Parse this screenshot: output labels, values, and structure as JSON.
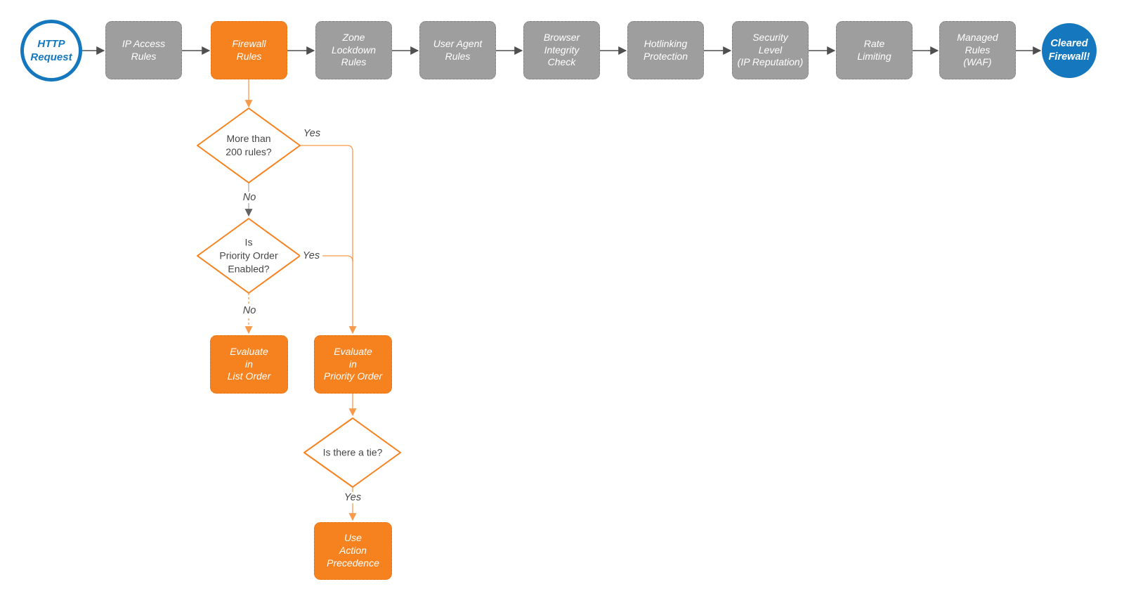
{
  "colors": {
    "accent-orange": "#f6821f",
    "node-gray": "#9e9e9e",
    "brand-blue": "#1578be",
    "arrow-dark": "#4f4f4f",
    "edge-gray": "#b0b0b0",
    "edge-gray-head": "#636363",
    "label-text": "#464646"
  },
  "flow": {
    "start": {
      "label": "HTTP\nRequest"
    },
    "end": {
      "label": "Cleared\nFirewall!"
    },
    "pipeline": [
      {
        "label": "IP Access\nRules"
      },
      {
        "label": "Firewall\nRules",
        "highlighted": true
      },
      {
        "label": "Zone\nLockdown\nRules"
      },
      {
        "label": "User Agent\nRules"
      },
      {
        "label": "Browser\nIntegrity\nCheck"
      },
      {
        "label": "Hotlinking\nProtection"
      },
      {
        "label": "Security\nLevel\n(IP Reputation)"
      },
      {
        "label": "Rate\nLimiting"
      },
      {
        "label": "Managed\nRules\n(WAF)"
      }
    ],
    "decisions": [
      {
        "label": "More than\n200 rules?"
      },
      {
        "label": "Is\nPriority Order\nEnabled?"
      },
      {
        "label": "Is there a tie?"
      }
    ],
    "actions": [
      {
        "label": "Evaluate\nin\nList Order"
      },
      {
        "label": "Evaluate\nin\nPriority Order"
      },
      {
        "label": "Use\nAction\nPrecedence"
      }
    ],
    "edge_labels": {
      "d1_yes": "Yes",
      "d1_no": "No",
      "d2_yes": "Yes",
      "d2_no": "No",
      "d3_yes": "Yes"
    }
  }
}
